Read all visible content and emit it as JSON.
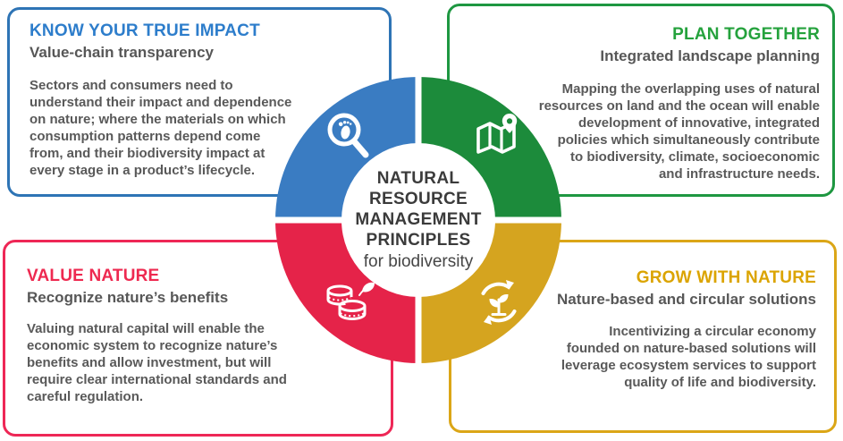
{
  "diagram": {
    "type": "four-quadrant principles wheel",
    "background": "#ffffff"
  },
  "colors": {
    "blue_quadrant": "#3A7CC2",
    "blue_border": "#2E74B5",
    "blue_title": "#2D7DCB",
    "green_quadrant": "#1C8B3B",
    "green_border": "#1E9741",
    "green_title": "#25A23D",
    "red_quadrant": "#E52349",
    "red_border": "#EE2756",
    "red_title": "#EE2950",
    "gold_quadrant": "#D5A41F",
    "gold_border": "#DBA617",
    "gold_title": "#DBA400",
    "body_text": "#595959",
    "center_text": "#3B3B3B"
  },
  "center": {
    "title": "NATURAL\nRESOURCE\nMANAGEMENT\nPRINCIPLES",
    "subtitle": "for biodiversity"
  },
  "quadrants": {
    "know": {
      "title": "KNOW YOUR TRUE IMPACT",
      "subtitle": "Value-chain transparency",
      "body": "Sectors and consumers need to\nunderstand their impact and dependence\non nature; where the materials on which\nconsumption patterns depend come\nfrom, and their biodiversity impact at\nevery stage in a product’s lifecycle.",
      "icon": "footprint-magnifier-icon"
    },
    "plan": {
      "title": "PLAN TOGETHER",
      "subtitle": "Integrated landscape planning",
      "body": "Mapping the overlapping uses of natural\nresources on land and the ocean will enable\ndevelopment of innovative, integrated\npolicies which simultaneously contribute\nto biodiversity, climate, socioeconomic\nand infrastructure needs.",
      "icon": "map-pin-icon"
    },
    "value": {
      "title": "VALUE NATURE",
      "subtitle": "Recognize nature’s benefits",
      "body": "Valuing natural capital will enable the\neconomic system to recognize nature’s\nbenefits and allow investment, but will\nrequire clear international standards and\ncareful regulation.",
      "icon": "coins-leaf-icon"
    },
    "grow": {
      "title": "GROW WITH NATURE",
      "subtitle": "Nature-based and circular solutions",
      "body": "Incentivizing a circular economy\nfounded on nature-based solutions will\nleverage ecosystem services to support\nquality of life and biodiversity.",
      "icon": "recycle-plant-icon"
    }
  }
}
